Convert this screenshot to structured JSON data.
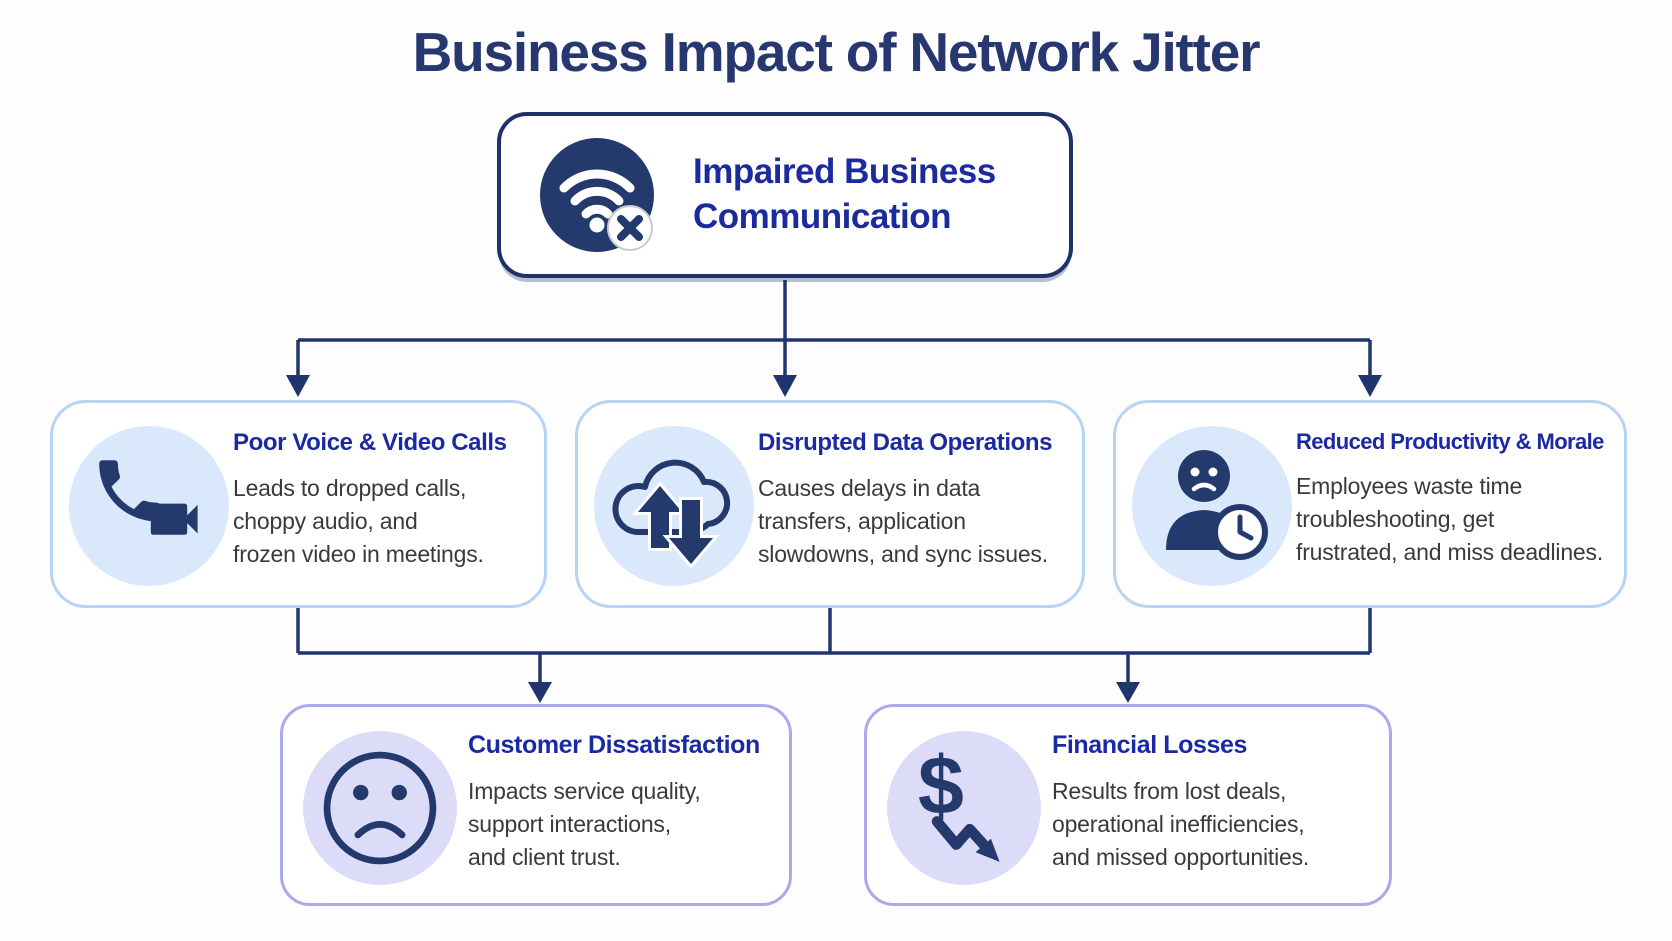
{
  "title": "Business Impact of Network Jitter",
  "root_node": {
    "title": "Impaired Business\nCommunication",
    "icon": "wifi-disconnected-icon"
  },
  "impact_nodes": [
    {
      "title": "Poor Voice & Video Calls",
      "description": "Leads to dropped calls,\nchoppy audio, and\nfrozen video in meetings.",
      "icon": "phone-video-icon"
    },
    {
      "title": "Disrupted Data Operations",
      "description": "Causes delays in data\ntransfers, application\nslowdowns, and sync issues.",
      "icon": "cloud-sync-arrows-icon"
    },
    {
      "title": "Reduced Productivity & Morale",
      "description": "Employees waste time\ntroubleshooting, get\nfrustrated, and miss deadlines.",
      "icon": "frustrated-person-clock-icon"
    }
  ],
  "outcome_nodes": [
    {
      "title": "Customer Dissatisfaction",
      "description": "Impacts service quality,\nsupport interactions,\nand client trust.",
      "icon": "sad-face-icon"
    },
    {
      "title": "Financial Losses",
      "description": "Results from lost deals,\noperational inefficiencies,\nand missed opportunities.",
      "icon": "dollar-decline-icon"
    }
  ],
  "colors": {
    "navy": "#243a6d",
    "connector": "#20356e",
    "title_text": "#27376f",
    "heading_blue": "#1a2aa2",
    "body_text": "#3a3a3c",
    "mid_border": "#b7d4f2",
    "mid_icon_bg": "#d9e9fb",
    "bottom_border": "#a9a9ec",
    "bottom_icon_bg": "#dcdcf8",
    "background": "#fdfdfe"
  }
}
